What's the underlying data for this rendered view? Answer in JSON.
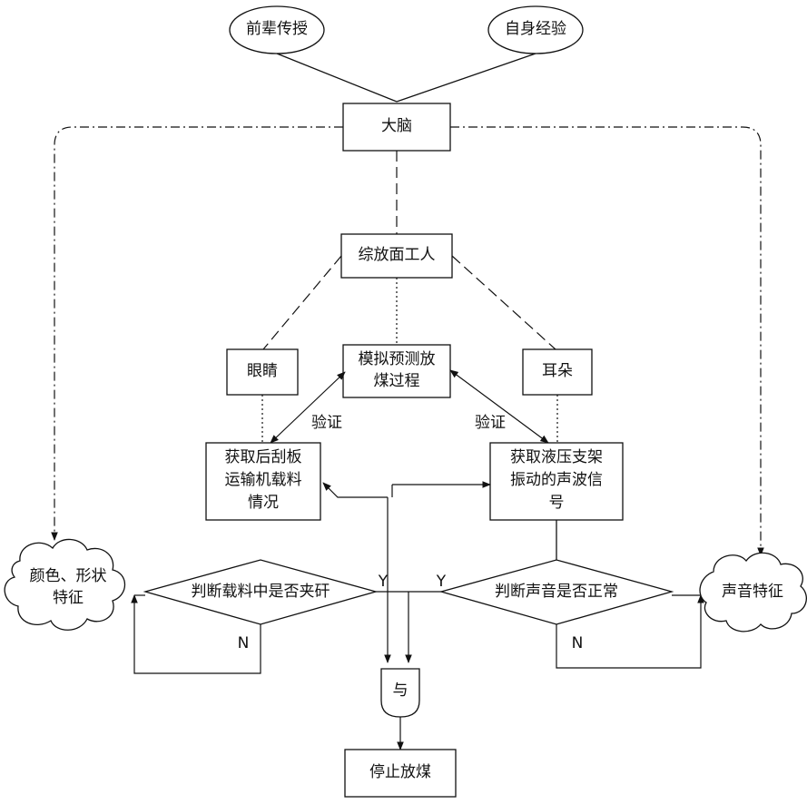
{
  "inputs": {
    "predecessor": "前辈传授",
    "experience": "自身经验"
  },
  "brain": "大脑",
  "worker": "综放面工人",
  "eyes": "眼睛",
  "ears": "耳朵",
  "simulate": [
    "模拟预测放",
    "煤过程"
  ],
  "scraper": [
    "获取后刮板",
    "运输机载料",
    "情况"
  ],
  "hydraulic": [
    "获取液压支架",
    "振动的声波信",
    "号"
  ],
  "verify_left": "验证",
  "verify_right": "验证",
  "left_cloud": [
    "颜色、形状",
    "特征"
  ],
  "right_cloud": "声音特征",
  "left_decision": "判断载料中是否夹矸",
  "right_decision": "判断声音是否正常",
  "yes": "Y",
  "no": "N",
  "and_gate": "与",
  "stop": "停止放煤"
}
